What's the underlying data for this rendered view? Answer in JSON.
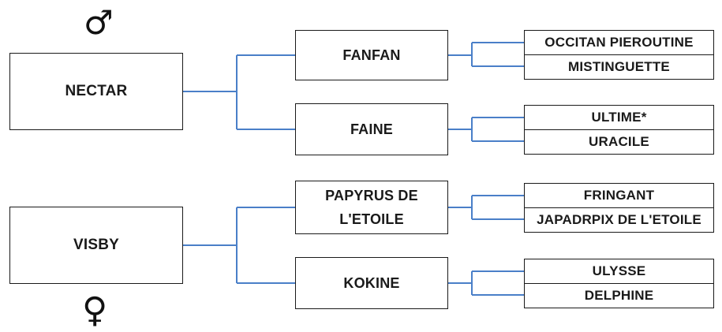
{
  "symbols": {
    "male": "♂",
    "female": "♀"
  },
  "colors": {
    "connector": "#4a7fc8",
    "border": "#1a1a1a"
  },
  "sire": {
    "name": "NECTAR",
    "parents": [
      {
        "name": "FANFAN",
        "parents": [
          "OCCITAN PIEROUTINE",
          "MISTINGUETTE"
        ]
      },
      {
        "name": "FAINE",
        "parents": [
          "ULTIME*",
          "URACILE"
        ]
      }
    ]
  },
  "dam": {
    "name": "VISBY",
    "parents": [
      {
        "name_lines": [
          "PAPYRUS DE",
          "L'ETOILE"
        ],
        "parents": [
          "FRINGANT",
          "JAPADRPIX DE L'ETOILE"
        ]
      },
      {
        "name": "KOKINE",
        "parents": [
          "ULYSSE",
          "DELPHINE"
        ]
      }
    ]
  }
}
